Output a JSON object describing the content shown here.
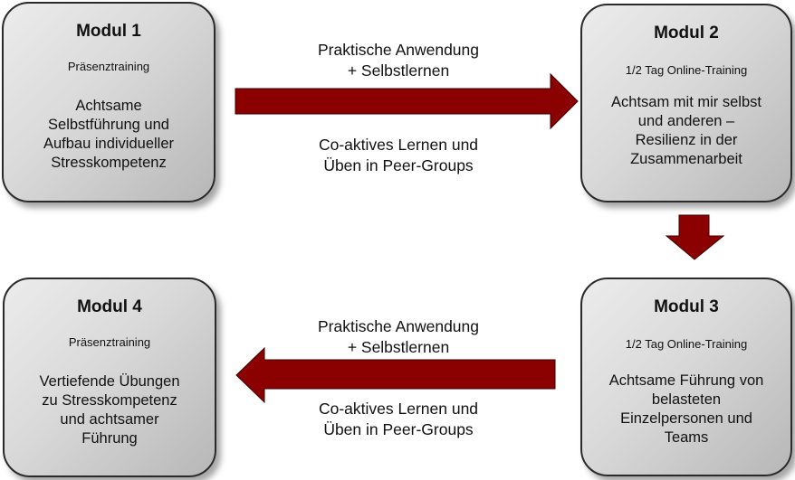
{
  "modules": [
    {
      "id": "m1",
      "title": "Modul 1",
      "subtitle": "Präsenztraining",
      "body": "Achtsame\nSelbstführung und\nAufbau individueller\nStresskompetenz"
    },
    {
      "id": "m2",
      "title": "Modul 2",
      "subtitle": "1/2 Tag Online-Training",
      "body": "Achtsam mit mir selbst\nund anderen –\nResilienz in der\nZusammenarbeit"
    },
    {
      "id": "m3",
      "title": "Modul 3",
      "subtitle": "1/2 Tag Online-Training",
      "body": "Achtsame Führung von\nbelasteten\nEinzelpersonen und\nTeams"
    },
    {
      "id": "m4",
      "title": "Modul 4",
      "subtitle": "Präsenztraining",
      "body": "Vertiefende Übungen\nzu Stresskompetenz\nund achtsamer\nFührung"
    }
  ],
  "connections": {
    "top": {
      "label_above": "Praktische Anwendung\n+ Selbstlernen",
      "label_below": "Co-aktives Lernen und\nÜben in Peer-Groups"
    },
    "bottom": {
      "label_above": "Praktische Anwendung\n+ Selbstlernen",
      "label_below": "Co-aktives Lernen und\nÜben in Peer-Groups"
    }
  },
  "colors": {
    "arrow": "#8b0000",
    "box_border": "#2a2a2a"
  }
}
